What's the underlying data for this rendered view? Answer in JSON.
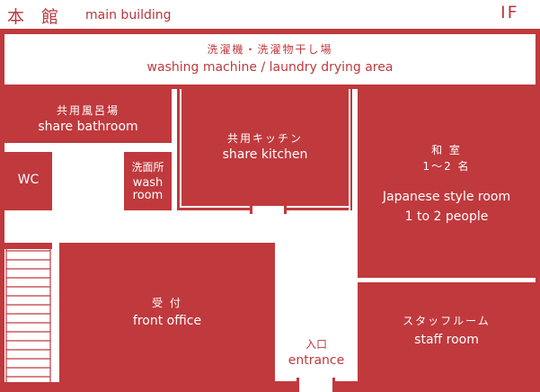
{
  "header": {
    "title_kanji": "本　館",
    "title_en": "main building",
    "floor": "IF"
  },
  "rooms": {
    "laundry": {
      "jp": "洗濯機・洗濯物干し場",
      "en": "washing machine / laundry drying area"
    },
    "bath": {
      "jp": "共用風呂場",
      "en": "share bathroom"
    },
    "wc": {
      "en": "WC"
    },
    "wash": {
      "jp": "洗面所",
      "en1": "wash",
      "en2": "room"
    },
    "kitchen": {
      "jp": "共用キッチン",
      "en": "share kitchen"
    },
    "japanese": {
      "jp": "和 室",
      "cap": "1～2 名",
      "en1": "Japanese style room",
      "en2": "1 to 2 people"
    },
    "front": {
      "jp": "受 付",
      "en": "front office"
    },
    "staff": {
      "jp": "スタッフルーム",
      "en": "staff room"
    },
    "entrance": {
      "jp": "入口",
      "en": "entrance"
    }
  },
  "colors": {
    "accent": "#c0393d",
    "floor_bg": "#ffffff",
    "text_on_red": "#ffffff"
  }
}
